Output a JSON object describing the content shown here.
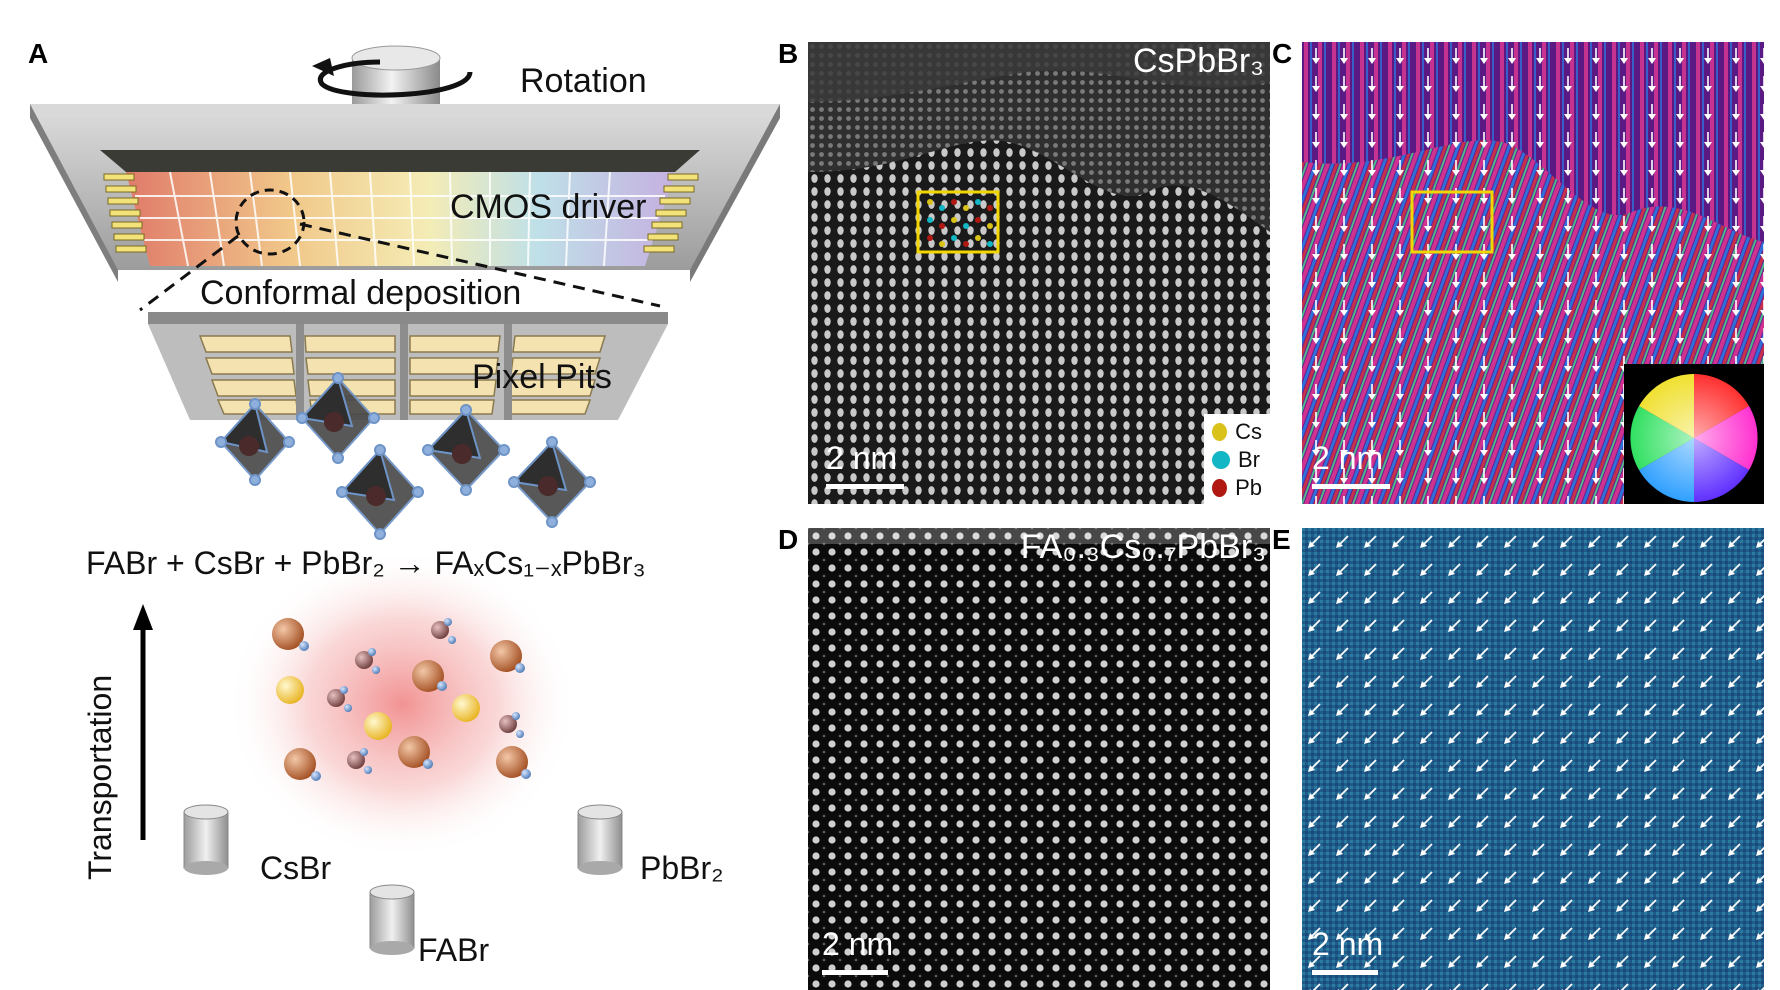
{
  "panels": {
    "a": {
      "label": "A",
      "rotation": "Rotation",
      "cmos_driver": "CMOS driver",
      "conformal_deposition": "Conformal deposition",
      "pixel_pits": "Pixel Pits",
      "equation": "FABr + CsBr + PbBr₂ → FAₓCs₁₋ₓPbBr₃",
      "transportation": "Transportation",
      "sources": {
        "csbr": "CsBr",
        "pbbr2": "PbBr₂",
        "fabr": "FABr"
      }
    },
    "b": {
      "label": "B",
      "title": "CsPbBr₃",
      "scale": "2 nm",
      "legend": [
        {
          "name": "Cs",
          "color": "#d9c21a"
        },
        {
          "name": "Br",
          "color": "#13b6c4"
        },
        {
          "name": "Pb",
          "color": "#b01812"
        }
      ]
    },
    "c": {
      "label": "C",
      "scale": "2 nm"
    },
    "d": {
      "label": "D",
      "title": "FA₀.₃Cs₀.₇PbBr₃",
      "scale": "2 nm"
    },
    "e": {
      "label": "E",
      "scale": "2 nm"
    }
  },
  "colors": {
    "highlight_box": "#f2d600",
    "lead_sphere": "#b8663a",
    "cs_sphere": "#f6d24a",
    "fa_molecule": "#8a5a5a",
    "br_atom": "#6d93c7"
  }
}
